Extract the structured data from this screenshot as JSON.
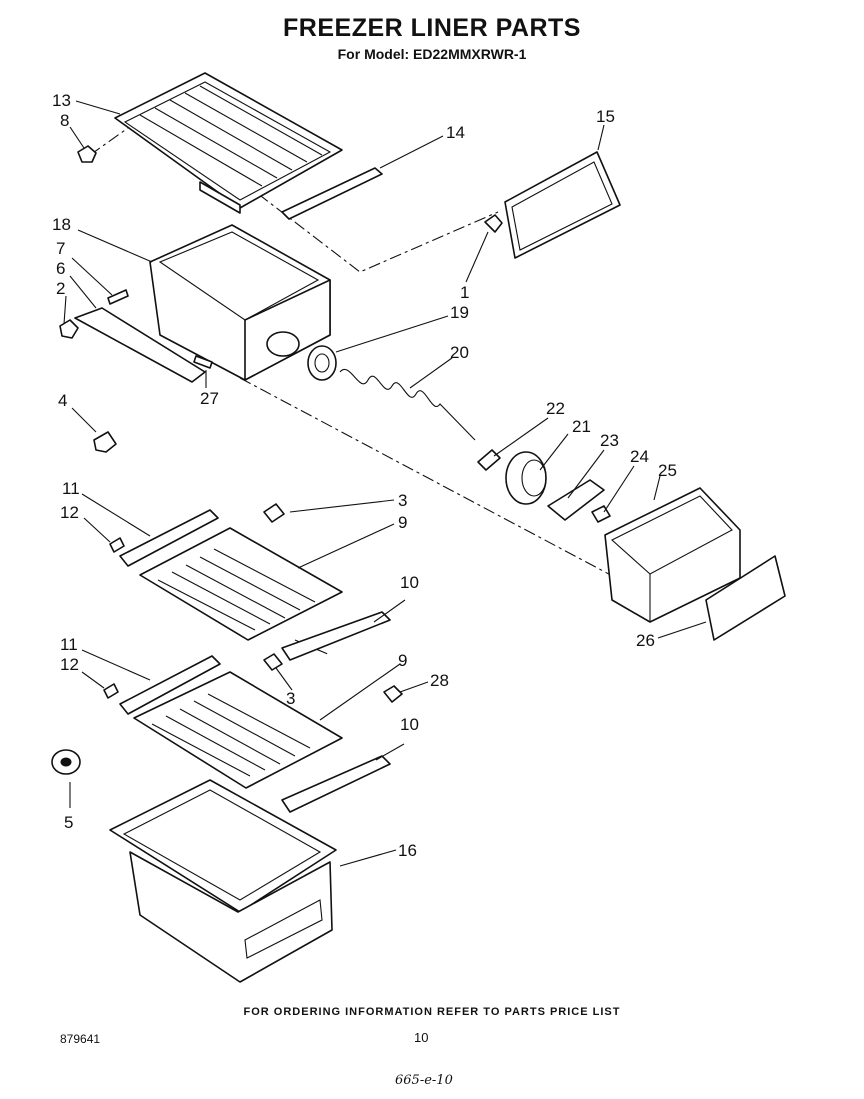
{
  "header": {
    "title": "FREEZER LINER PARTS",
    "model_line": "For Model: ED22MMXRWR-1"
  },
  "footer": {
    "ordering_note": "FOR ORDERING INFORMATION REFER TO PARTS PRICE LIST",
    "document_number": "879641",
    "page_number": "10",
    "handwritten_note": "665-e-10"
  },
  "callouts": [
    {
      "id": "c13",
      "label": "13"
    },
    {
      "id": "c8",
      "label": "8"
    },
    {
      "id": "c14",
      "label": "14"
    },
    {
      "id": "c15",
      "label": "15"
    },
    {
      "id": "c18",
      "label": "18"
    },
    {
      "id": "c7",
      "label": "7"
    },
    {
      "id": "c6",
      "label": "6"
    },
    {
      "id": "c2",
      "label": "2"
    },
    {
      "id": "c1",
      "label": "1"
    },
    {
      "id": "c19",
      "label": "19"
    },
    {
      "id": "c20",
      "label": "20"
    },
    {
      "id": "c27",
      "label": "27"
    },
    {
      "id": "c4",
      "label": "4"
    },
    {
      "id": "c22",
      "label": "22"
    },
    {
      "id": "c21",
      "label": "21"
    },
    {
      "id": "c23",
      "label": "23"
    },
    {
      "id": "c24",
      "label": "24"
    },
    {
      "id": "c25",
      "label": "25"
    },
    {
      "id": "c11a",
      "label": "11"
    },
    {
      "id": "c3a",
      "label": "3"
    },
    {
      "id": "c12a",
      "label": "12"
    },
    {
      "id": "c9a",
      "label": "9"
    },
    {
      "id": "c10a",
      "label": "10"
    },
    {
      "id": "c26",
      "label": "26"
    },
    {
      "id": "c11b",
      "label": "11"
    },
    {
      "id": "c12b",
      "label": "12"
    },
    {
      "id": "c9b",
      "label": "9"
    },
    {
      "id": "c3b",
      "label": "3"
    },
    {
      "id": "c28",
      "label": "28"
    },
    {
      "id": "c10b",
      "label": "10"
    },
    {
      "id": "c5",
      "label": "5"
    },
    {
      "id": "c16",
      "label": "16"
    }
  ]
}
